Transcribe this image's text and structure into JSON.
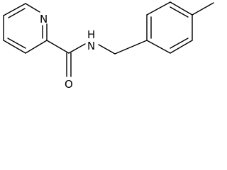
{
  "molecule": {
    "atoms": {
      "ring_nitrogen": "N",
      "amide_nitrogen": "N",
      "amide_hydrogen": "H",
      "carbonyl_oxygen": "O"
    },
    "colors": {
      "bond": "#000000",
      "label": "#000000",
      "background": "#ffffff"
    }
  }
}
